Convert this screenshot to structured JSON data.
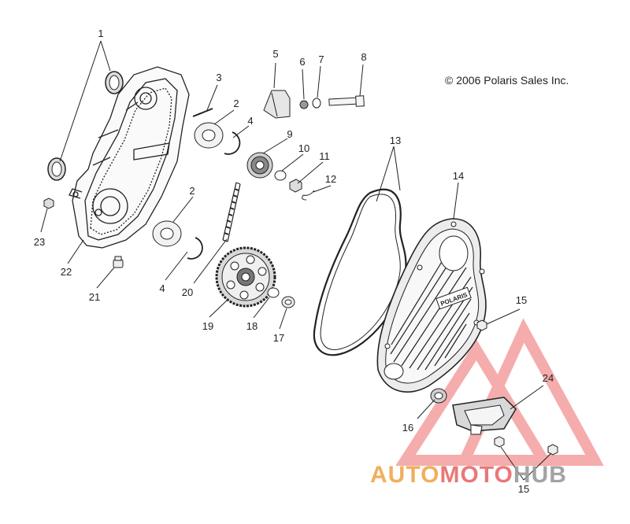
{
  "copyright": "© 2006 Polaris Sales Inc.",
  "cover_logo": "POLARIS",
  "watermark": {
    "part1": "AUTO",
    "part2": "MOTO",
    "part3": "HUB",
    "color_gray": "#9a9a9a",
    "color_accent": "#f0a040",
    "color_red": "#e04040"
  },
  "callouts": {
    "c1": "1",
    "c2a": "2",
    "c2b": "2",
    "c3": "3",
    "c4a": "4",
    "c4b": "4",
    "c5": "5",
    "c6": "6",
    "c7": "7",
    "c8": "8",
    "c9": "9",
    "c10": "10",
    "c11": "11",
    "c12": "12",
    "c13": "13",
    "c14": "14",
    "c15a": "15",
    "c15b": "15",
    "c16": "16",
    "c17": "17",
    "c18": "18",
    "c19": "19",
    "c20": "20",
    "c21": "21",
    "c22": "22",
    "c23": "23",
    "c24": "24"
  }
}
